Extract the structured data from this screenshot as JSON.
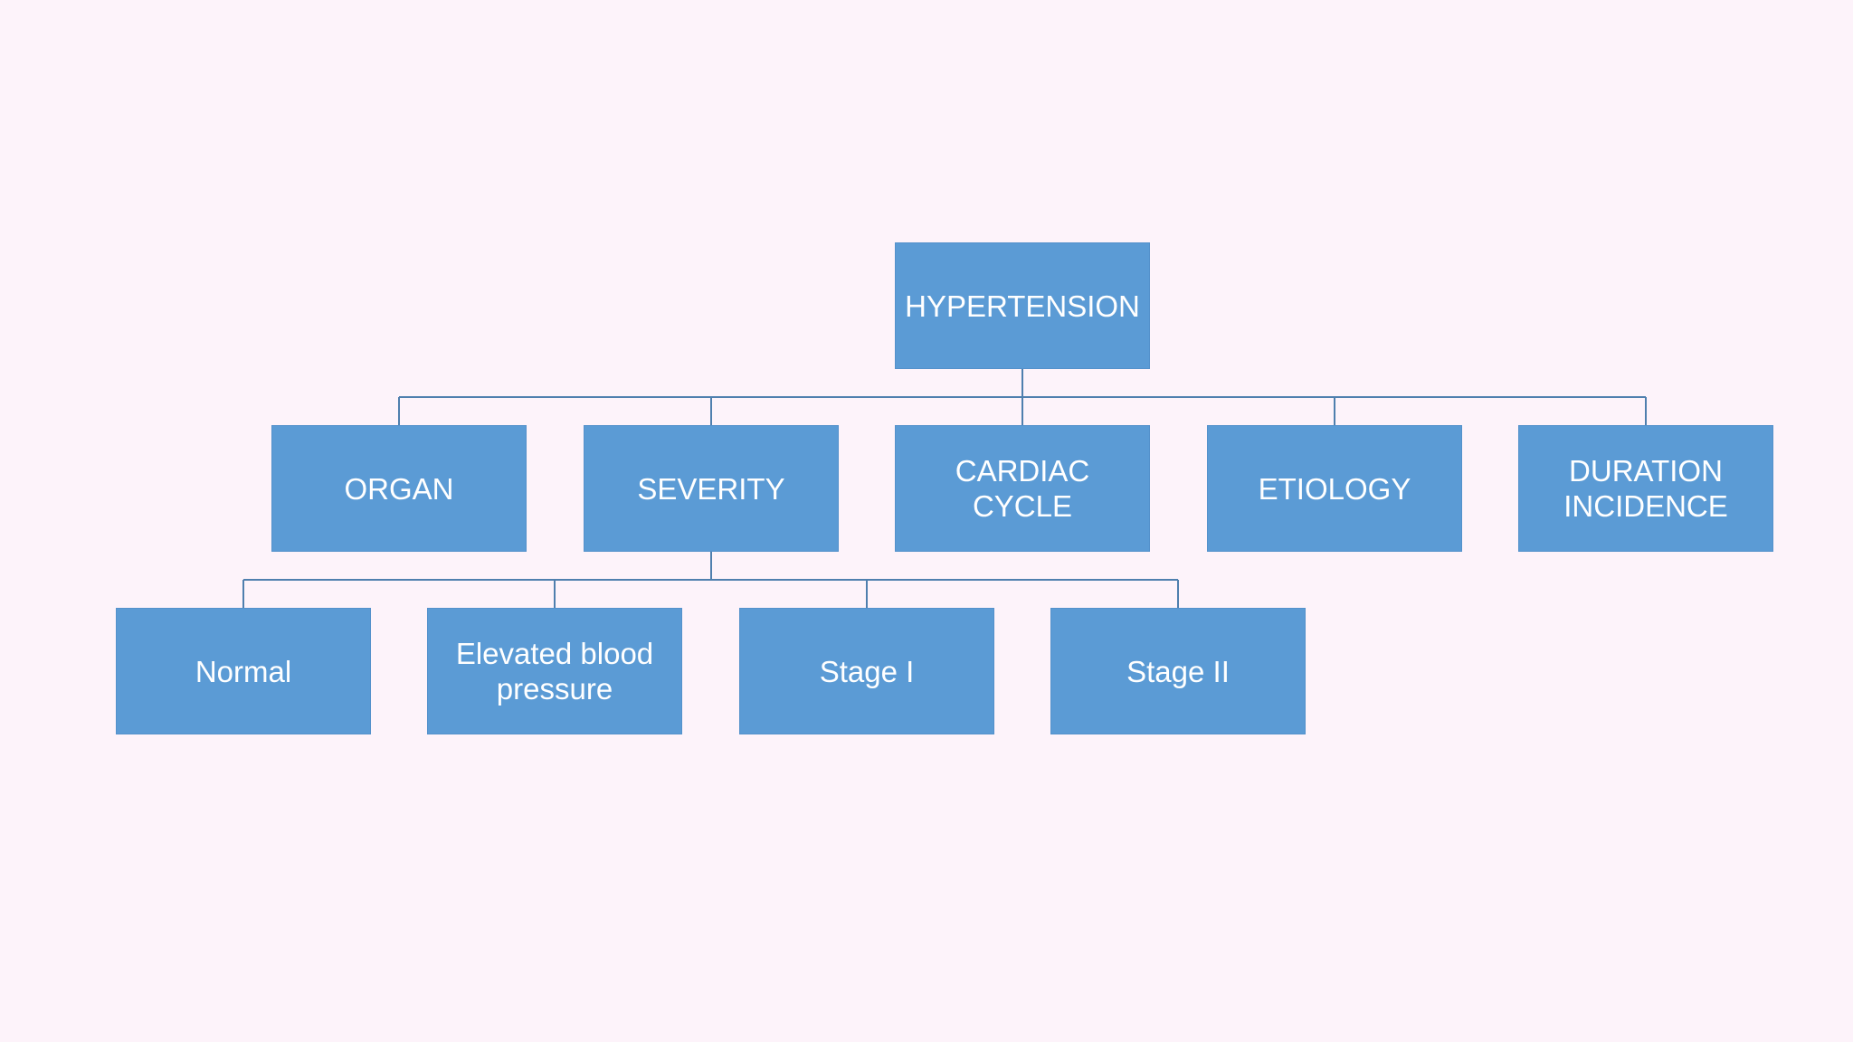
{
  "diagram": {
    "root": {
      "label": "HYPERTENSION"
    },
    "categories": [
      {
        "label": "ORGAN"
      },
      {
        "label": "SEVERITY"
      },
      {
        "label": "CARDIAC CYCLE",
        "lines": [
          "CARDIAC",
          "CYCLE"
        ]
      },
      {
        "label": "ETIOLOGY"
      },
      {
        "label": "DURATION INCIDENCE",
        "lines": [
          "DURATION",
          "INCIDENCE"
        ]
      }
    ],
    "severity_children": [
      {
        "label": "Normal"
      },
      {
        "label": "Elevated blood pressure",
        "lines": [
          "Elevated blood",
          "pressure"
        ]
      },
      {
        "label": "Stage I"
      },
      {
        "label": "Stage II"
      }
    ]
  },
  "colors": {
    "background": "#fdf3fa",
    "node_fill": "#5b9bd5",
    "node_text": "#ffffff",
    "connector": "#4f7fae"
  }
}
